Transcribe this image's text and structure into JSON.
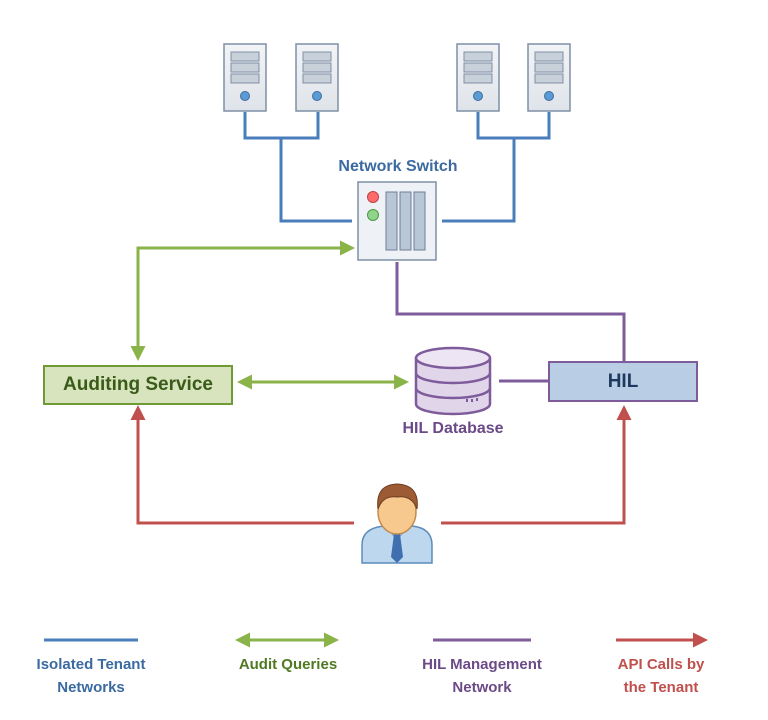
{
  "nodes": {
    "network_switch": "Network Switch",
    "auditing_service": "Auditing Service",
    "hil": "HIL",
    "hil_database": "HIL Database"
  },
  "legend": [
    {
      "line1": "Isolated Tenant",
      "line2": "Networks",
      "color": "#4a7ebb"
    },
    {
      "line1": "Audit Queries",
      "line2": "",
      "color": "#8ab34a"
    },
    {
      "line1": "HIL Management",
      "line2": "Network",
      "color": "#7e5b9a"
    },
    {
      "line1": "API Calls by",
      "line2": "the Tenant",
      "color": "#c0504d"
    }
  ],
  "colors": {
    "blue": "#4a7ebb",
    "green": "#8ab34a",
    "purple": "#7e5b9a",
    "red": "#c0504d",
    "auditing_fill": "#d7e4bd",
    "hil_fill": "#b9cde5"
  },
  "icons": [
    "server-icon",
    "network-switch-icon",
    "database-icon",
    "user-icon"
  ]
}
